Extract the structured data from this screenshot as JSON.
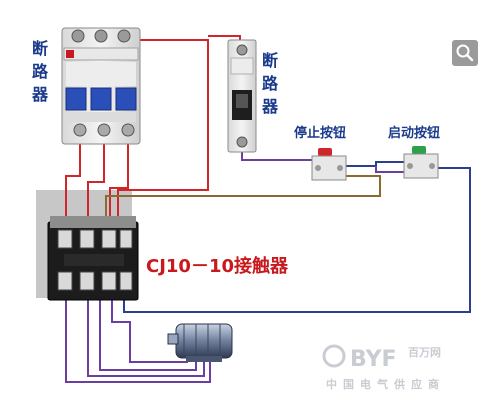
{
  "labels": {
    "breaker_left": [
      "断",
      "路",
      "器"
    ],
    "breaker_right": [
      "断",
      "路",
      "器"
    ],
    "stop_button": "停止按钮",
    "start_button": "启动按钮",
    "contactor": "CJ10－10接触器"
  },
  "watermark": {
    "brand": "BYF",
    "brand_cn": "百万网",
    "slogan": "中国电气供应商"
  },
  "colors": {
    "wire_red": "#d0262b",
    "wire_purple": "#6a3fa0",
    "wire_blue": "#2b3f8f",
    "wire_brown": "#8a6a2e",
    "label_blue": "#1a3a8c",
    "label_red": "#c8191e"
  },
  "icons": {
    "zoom_button": "magnifier-icon"
  }
}
